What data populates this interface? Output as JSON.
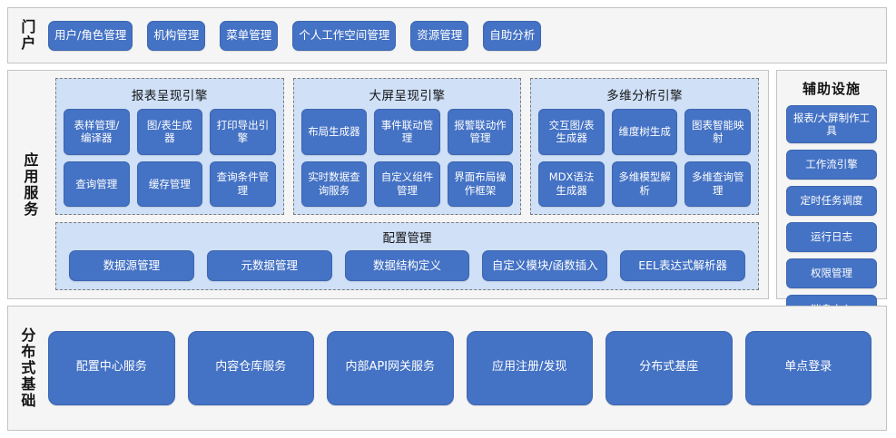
{
  "portal": {
    "label": "门户",
    "buttons": [
      "用户/角色管理",
      "机构管理",
      "菜单管理",
      "个人工作空间管理",
      "资源管理",
      "自助分析"
    ]
  },
  "app_services": {
    "label": "应用服务",
    "engines": [
      {
        "title": "报表呈现引擎",
        "items": [
          "表样管理/编译器",
          "图/表生成器",
          "打印导出引擎",
          "查询管理",
          "缓存管理",
          "查询条件管理"
        ]
      },
      {
        "title": "大屏呈现引擎",
        "items": [
          "布局生成器",
          "事件联动管理",
          "报警联动作管理",
          "实时数据查询服务",
          "自定义组件管理",
          "界面布局操作框架"
        ]
      },
      {
        "title": "多维分析引擎",
        "items": [
          "交互图/表生成器",
          "维度树生成",
          "图表智能映射",
          "MDX语法生成器",
          "多维模型解析",
          "多维查询管理"
        ]
      }
    ],
    "config": {
      "title": "配置管理",
      "items": [
        "数据源管理",
        "元数据管理",
        "数据结构定义",
        "自定义模块/函数插入",
        "EEL表达式解析器"
      ]
    }
  },
  "aux": {
    "title": "辅助设施",
    "items": [
      "报表/大屏制作工具",
      "工作流引擎",
      "定时任务调度",
      "运行日志",
      "权限管理",
      "消息中心"
    ]
  },
  "infra": {
    "label": "分布式基础",
    "buttons": [
      "配置中心服务",
      "内容仓库服务",
      "内部API网关服务",
      "应用注册/发现",
      "分布式基座",
      "单点登录"
    ]
  },
  "colors": {
    "button_blue": "#4472c4",
    "panel_light_blue": "#cfe0f7",
    "panel_gray": "#f5f5f5",
    "border_gray": "#c3c3c3",
    "text_dark": "#141414"
  }
}
